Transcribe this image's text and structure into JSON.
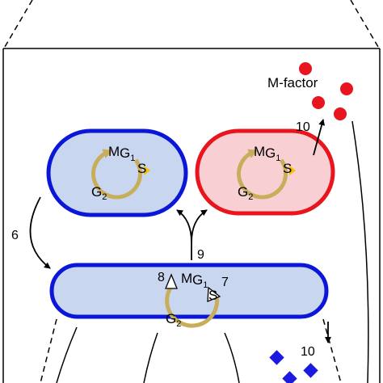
{
  "labels": {
    "m_factor": "M-factor",
    "step_6": "6",
    "step_7": "7",
    "step_8": "8",
    "step_9": "9",
    "step_10_top": "10",
    "step_10_bottom": "10"
  },
  "cell_cycle": {
    "m": "M",
    "g1_base": "G",
    "g1_sub": "1",
    "s": "S",
    "g2_base": "G",
    "g2_sub": "2"
  },
  "colors": {
    "blue_outline": "#0a16d8",
    "blue_fill": "#c9d6f0",
    "red_outline": "#e8141e",
    "red_fill": "#f8d0d4",
    "cycle_arrow": "#c8ad5a",
    "s_arrow": "#f2c200",
    "m_factor_dot": "#e8141e",
    "pheromone_diamond": "#1a1ae0"
  }
}
